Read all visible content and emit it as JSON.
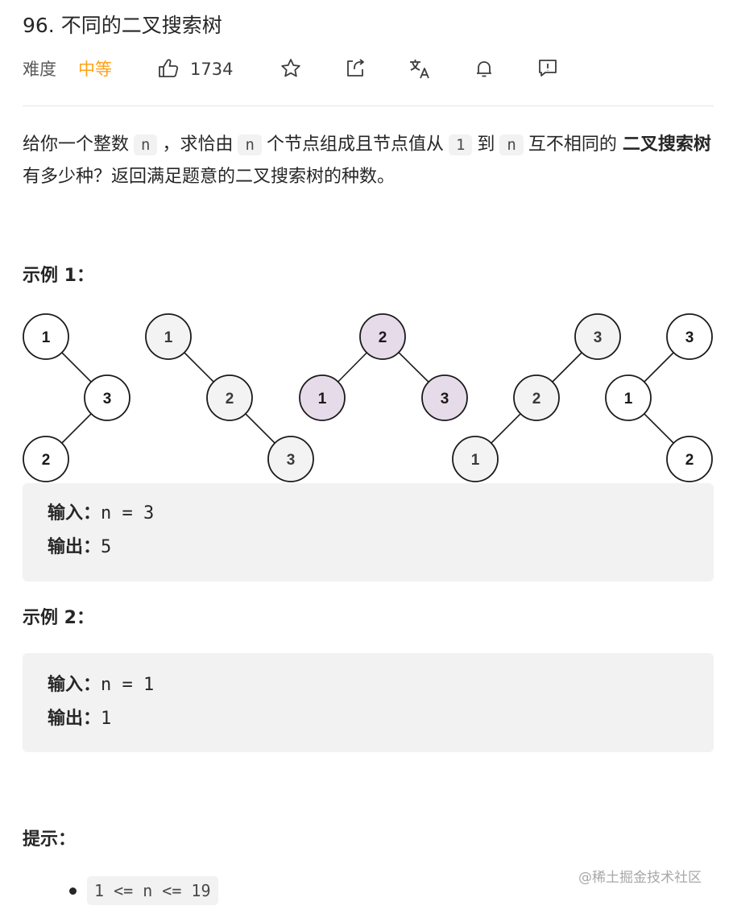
{
  "problem": {
    "title": "96. 不同的二叉搜索树",
    "difficulty_label": "难度",
    "difficulty": "中等",
    "likes": "1734",
    "colors": {
      "difficulty": "#ffa116",
      "highlight_node": "#e6dbe9",
      "normal_node": "#f3f3f3",
      "plain_node": "#ffffff"
    }
  },
  "toolbar": {
    "icons": [
      "thumbs-up-icon",
      "star-icon",
      "share-icon",
      "translate-icon",
      "bell-icon",
      "feedback-icon"
    ]
  },
  "description": {
    "p1_a": "给你一个整数",
    "code_n": "n",
    "p1_b": "，求恰由",
    "p1_c": "个节点组成且节点值从",
    "code_1": "1",
    "p1_d": "到",
    "p1_e": "互不相同的",
    "bold": "二叉搜索树",
    "p1_f": "有多少种？返回满足题意的二叉搜索树的种数。"
  },
  "example1": {
    "heading": "示例 1：",
    "input_label": "输入：",
    "input_value": "n = 3",
    "output_label": "输出：",
    "output_value": "5",
    "trees": [
      {
        "nodes": [
          "1",
          "3",
          "2"
        ]
      },
      {
        "nodes": [
          "1",
          "2",
          "3"
        ]
      },
      {
        "nodes": [
          "2",
          "1",
          "3"
        ]
      },
      {
        "nodes": [
          "3",
          "2",
          "1"
        ]
      },
      {
        "nodes": [
          "3",
          "1",
          "2"
        ]
      }
    ]
  },
  "example2": {
    "heading": "示例 2：",
    "input_label": "输入：",
    "input_value": "n = 1",
    "output_label": "输出：",
    "output_value": "1"
  },
  "hints": {
    "heading": "提示：",
    "items": [
      "1 <= n <= 19"
    ]
  },
  "watermark": "@稀土掘金技术社区"
}
